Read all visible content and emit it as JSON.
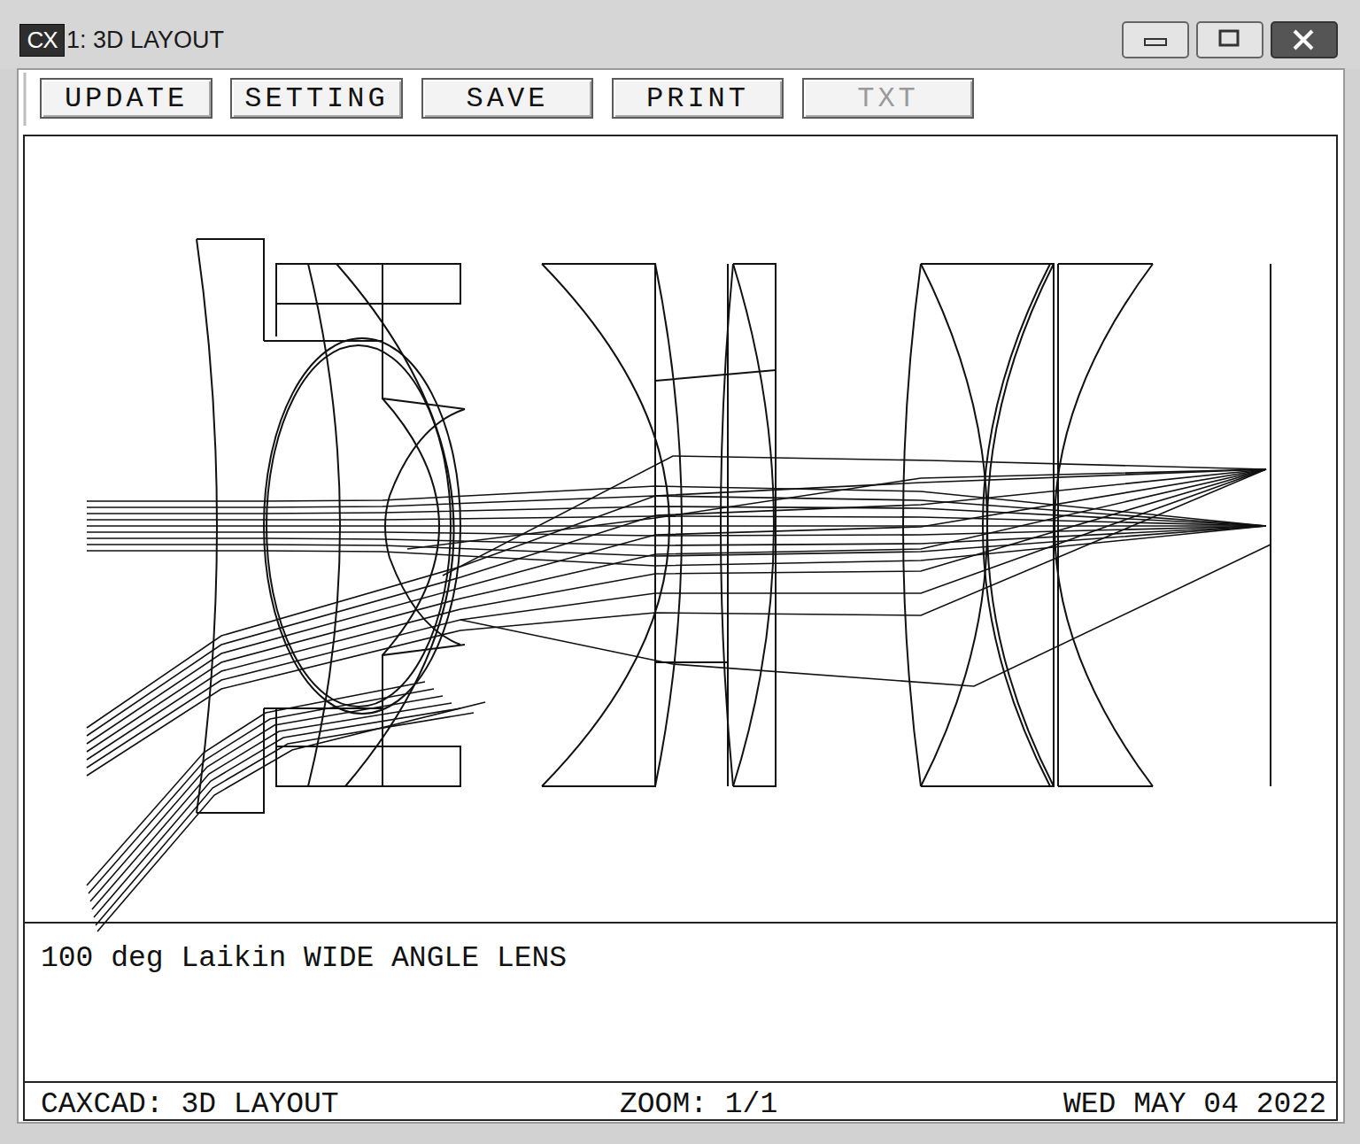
{
  "diagram": {
    "title": "1: 3D LAYOUT",
    "caption": "100 deg Laikin WIDE ANGLE LENS",
    "nodes": [
      {
        "text": [
          "CX"
        ]
      },
      {
        "text": [
          "UPDATE"
        ]
      },
      {
        "text": [
          "SETTING"
        ]
      },
      {
        "text": [
          "SAVE"
        ]
      },
      {
        "text": [
          "PRINT"
        ]
      },
      {
        "text": [
          "TXT"
        ]
      }
    ],
    "labels": [
      "CAXCAD: 3D LAYOUT",
      "ZOOM: 1/1",
      "WED MAY 04 2022"
    ]
  }
}
